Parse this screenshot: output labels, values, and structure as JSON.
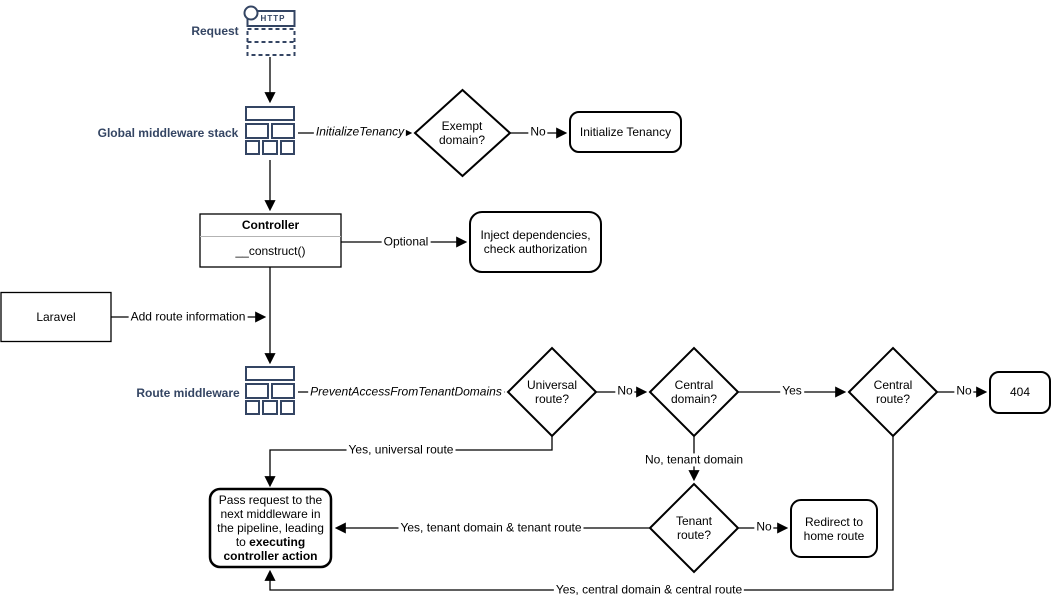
{
  "diagram": {
    "request": {
      "label": "Request",
      "http_badge": "HTTP"
    },
    "sections": {
      "global_middleware_label": "Global middleware stack",
      "route_middleware_label": "Route middleware"
    },
    "nodes": {
      "exempt_domain": "Exempt domain?",
      "initialize_tenancy": "Initialize Tenancy",
      "controller_title": "Controller",
      "controller_method": "__construct()",
      "inject_dependencies": "Inject dependencies, check authorization",
      "laravel": "Laravel",
      "universal_route": "Universal route?",
      "central_domain": "Central domain?",
      "central_route": "Central route?",
      "error_404": "404",
      "tenant_route": "Tenant route?",
      "redirect_home": "Redirect to home route",
      "pass_request_normal": "Pass request to the next middleware in the pipeline, leading to ",
      "pass_request_bold": "executing controller action"
    },
    "edge_labels": {
      "initialize_tenancy_middleware": "InitializeTenancy",
      "exempt_no": "No",
      "optional": "Optional",
      "add_route_information": "Add route information",
      "prevent_access_middleware": "PreventAccessFromTenantDomains",
      "universal_no": "No",
      "central_domain_yes": "Yes",
      "central_route_no": "No",
      "universal_yes": "Yes, universal route",
      "tenant_domain_no": "No, tenant domain",
      "tenant_route_no": "No",
      "tenant_yes": "Yes, tenant domain & tenant route",
      "central_yes": "Yes, central domain & central route"
    },
    "colors": {
      "accent_navy": "#344563",
      "line_black": "#000000",
      "separator_gray": "#b3b3b3",
      "background": "#ffffff"
    }
  }
}
